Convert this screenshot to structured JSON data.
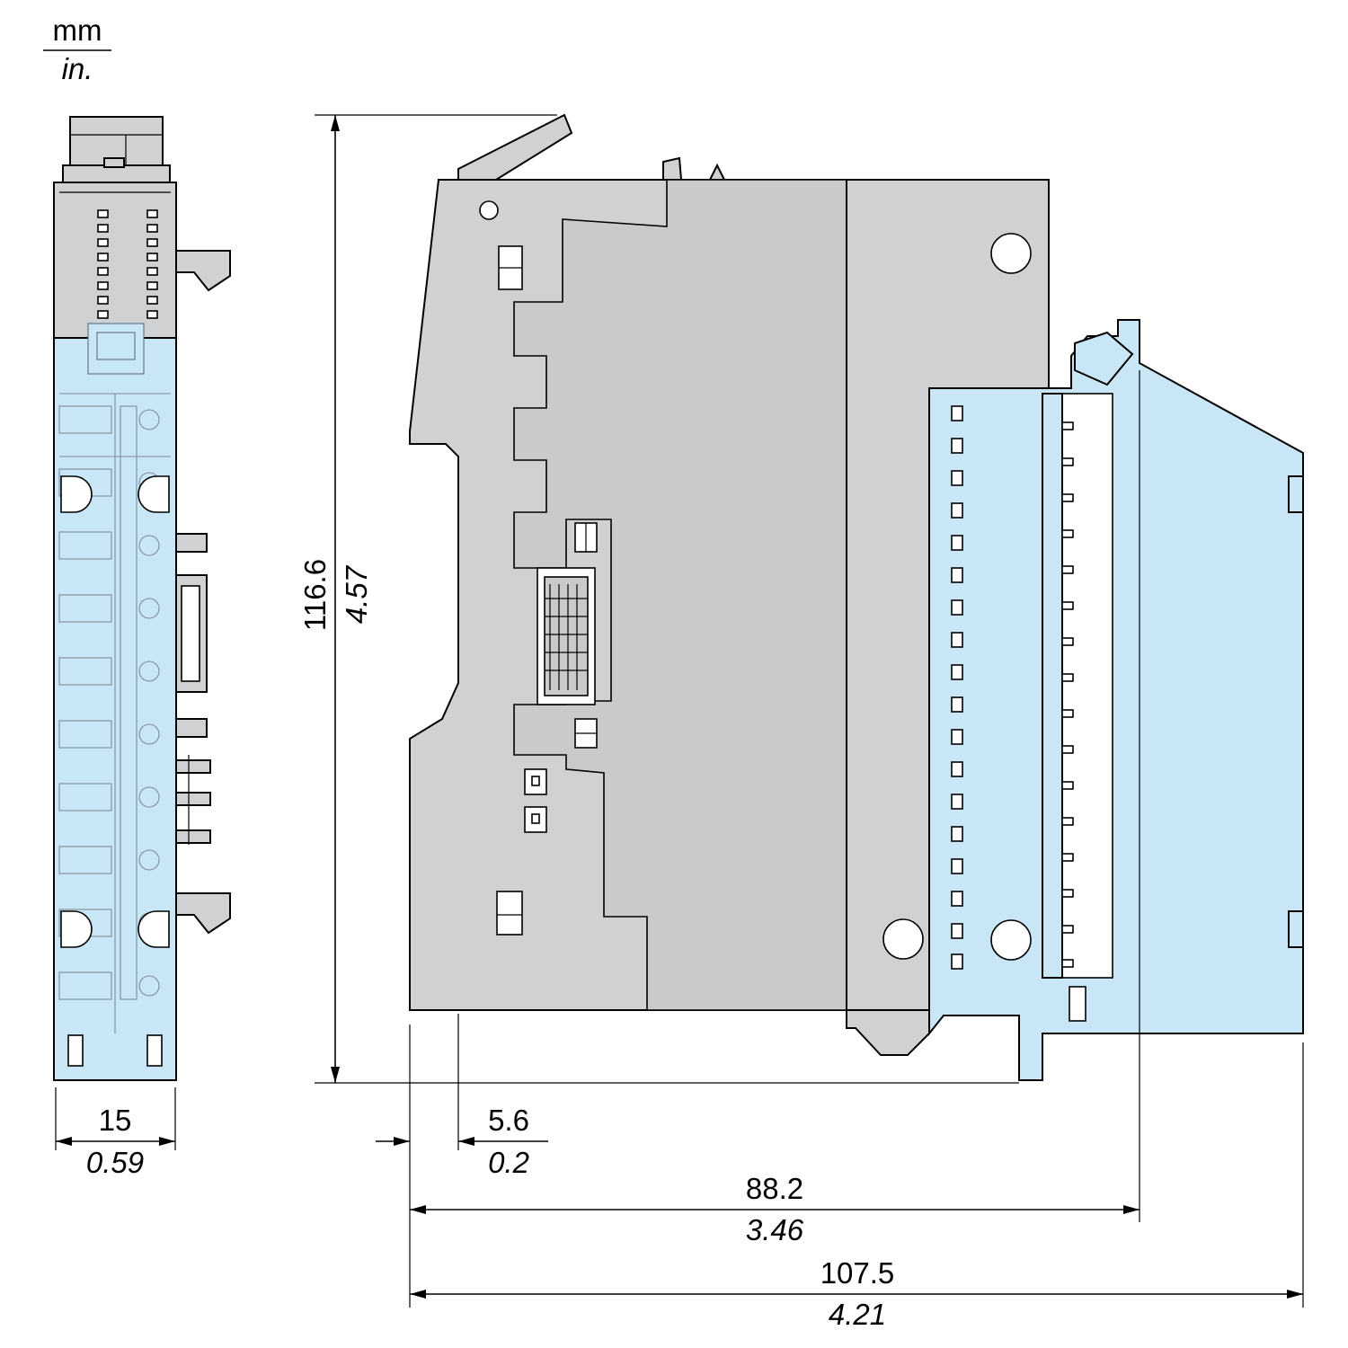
{
  "units": {
    "primary": "mm",
    "secondary": "in."
  },
  "dimensions": {
    "width": {
      "mm": "15",
      "in": "0.59"
    },
    "height": {
      "mm": "116.6",
      "in": "4.57"
    },
    "rail_offset": {
      "mm": "5.6",
      "in": "0.2"
    },
    "depth_to_pivot": {
      "mm": "88.2",
      "in": "3.46"
    },
    "overall_depth": {
      "mm": "107.5",
      "in": "4.21"
    }
  },
  "colors": {
    "housing": "#d0d1d3",
    "terminal_block": "#c9e6f7",
    "outline": "#000000"
  }
}
